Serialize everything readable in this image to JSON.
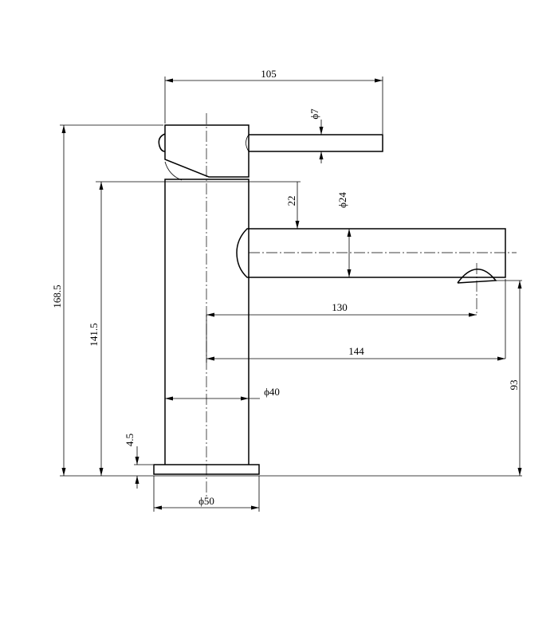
{
  "drawing": {
    "dimensions": {
      "handle_reach": "105",
      "lever_diameter": "ϕ7",
      "total_height": "168.5",
      "body_height": "141.5",
      "lever_clearance": "22",
      "spout_diameter": "ϕ24",
      "spout_reach_130": "130",
      "spout_reach_144": "144",
      "outlet_height": "93",
      "body_diameter": "ϕ40",
      "base_thickness": "4.5",
      "base_diameter": "ϕ50"
    }
  }
}
